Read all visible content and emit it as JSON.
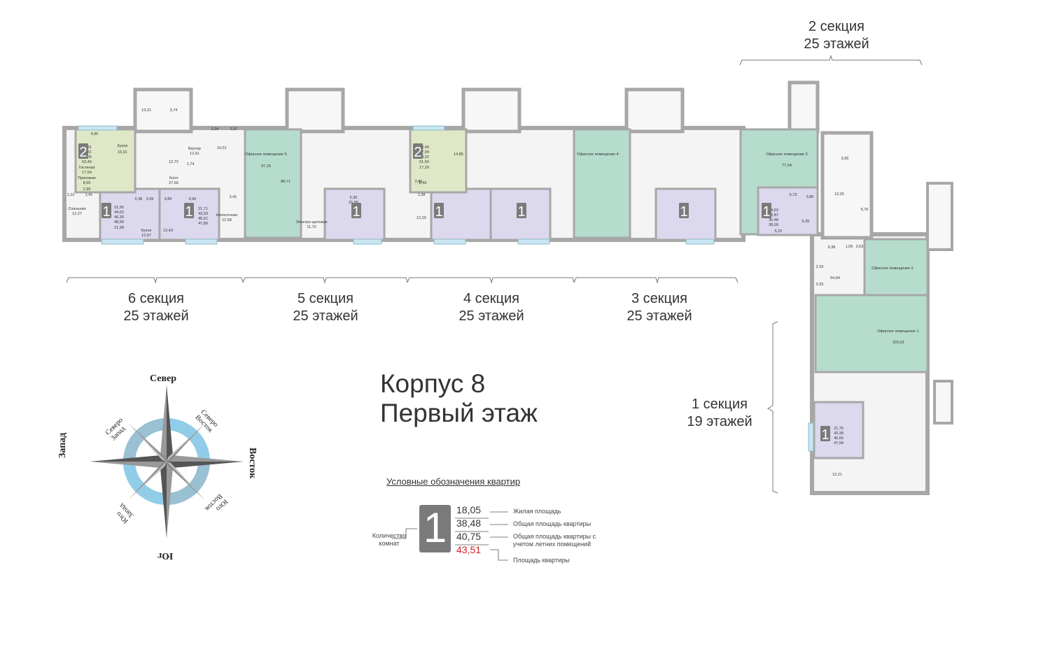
{
  "title": {
    "line1": "Корпус 8",
    "line2": "Первый этаж"
  },
  "sections": [
    {
      "name": "2 секция",
      "floors": "25 этажей"
    },
    {
      "name": "6 секция",
      "floors": "25 этажей"
    },
    {
      "name": "5 секция",
      "floors": "25 этажей"
    },
    {
      "name": "4 секция",
      "floors": "25 этажей"
    },
    {
      "name": "3 секция",
      "floors": "25 этажей"
    },
    {
      "name": "1 секция",
      "floors": "19 этажей"
    }
  ],
  "compass": {
    "north": "Север",
    "south": "Юг",
    "west": "Запад",
    "east": "Восток",
    "nw": "Северо Запад",
    "ne": "Северо Восток",
    "sw": "Юго Запад",
    "se": "Юго Восток"
  },
  "legend": {
    "title": "Условные обозначения квартир",
    "rooms_label": "Количество комнат",
    "rooms_value": "1",
    "values": [
      "18,05",
      "38,48",
      "40,75",
      "43,51"
    ],
    "descriptions": [
      "Жилая площадь",
      "Общая площадь квартиры",
      "Общая площадь квартиры с учетом летних помещений",
      "Площадь квартиры"
    ]
  },
  "colors": {
    "wall": "#a7a7a7",
    "office": "#b6dccd",
    "apt1": "#dcd8ee",
    "apt2": "#dfe8c6",
    "balcony": "#c8e6f2",
    "red_value": "#d0202a",
    "compass_blue": "#8fd0ef"
  },
  "room_labels": [
    "4,56",
    "Кухня",
    "15,01",
    "29,81",
    "57,81",
    "60,05",
    "63,49",
    "Гостиная",
    "17,54",
    "Прихожая",
    "8,59",
    "2,99",
    "1,12",
    "1,41",
    "Спальная",
    "12,27",
    "13,31",
    "3,74",
    "Вахтер",
    "12,91",
    "3,34",
    "2,37",
    "16,51",
    "12,72",
    "1,74",
    "Холл",
    "27,60",
    "5,38",
    "3,99",
    "3,89",
    "5,90",
    "21,56",
    "44,62",
    "46,30",
    "48,58",
    "21,98",
    "Кухня",
    "12,67",
    "12,43",
    "21,71",
    "43,33",
    "45,61",
    "47,89",
    "Колясочная",
    "12,58",
    "2,41",
    "Офисное помещение 5",
    "97,16",
    "88,71",
    "Электро-щитовая",
    "11,70",
    "25,86",
    "5,30",
    "2,89",
    "29,49",
    "57,04",
    "59,32",
    "61,60",
    "14,85",
    "17,29",
    "8,43",
    "1,38",
    "12,20",
    "Офисное помещение 4",
    "Офисное помещение 3",
    "77,34",
    "14,63",
    "32,87",
    "35,48",
    "38,09",
    "5,73",
    "3,86",
    "6,35",
    "5,22",
    "3,65",
    "13,25",
    "6,76",
    "9,38",
    "1,09",
    "2,63",
    "2,33",
    "54,94",
    "3,33",
    "Офисное помещение 2",
    "Офисное помещение 1",
    "103,33",
    "21,76",
    "43,38",
    "45,66",
    "47,94",
    "12,21"
  ]
}
